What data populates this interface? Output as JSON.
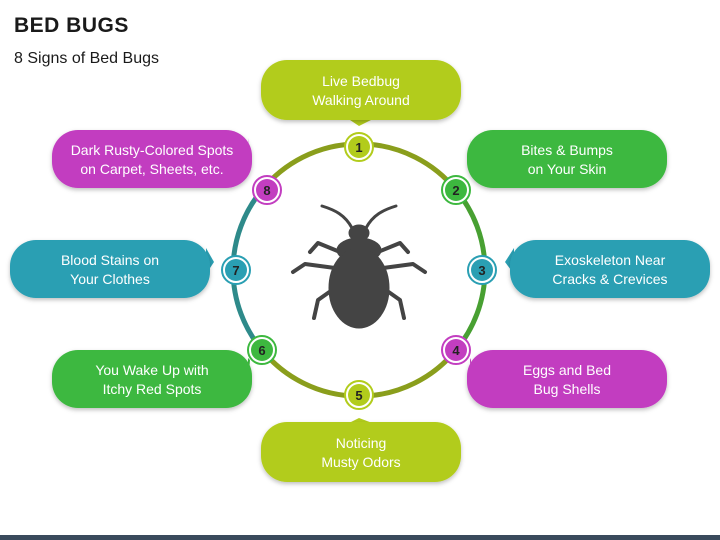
{
  "header": {
    "title": "BED BUGS",
    "subtitle": "8 Signs of Bed Bugs"
  },
  "icons": {
    "center": "bedbug-silhouette-icon"
  },
  "colors": {
    "lime": "#b2cc1c",
    "green": "#3db83f",
    "teal": "#2a9fb3",
    "magenta": "#c23ec0",
    "ring_top": "#8a9e1c",
    "ring_right": "#48a032",
    "ring_left": "#2e8a8a",
    "bug": "#444444"
  },
  "signs": [
    {
      "number": "1",
      "lines": [
        "Live Bedbug",
        "Walking Around"
      ],
      "color": "lime"
    },
    {
      "number": "2",
      "lines": [
        "Bites & Bumps",
        "on Your Skin"
      ],
      "color": "green"
    },
    {
      "number": "3",
      "lines": [
        "Exoskeleton Near",
        "Cracks & Crevices"
      ],
      "color": "teal"
    },
    {
      "number": "4",
      "lines": [
        "Eggs and Bed",
        "Bug Shells"
      ],
      "color": "magenta"
    },
    {
      "number": "5",
      "lines": [
        "Noticing",
        "Musty Odors"
      ],
      "color": "lime"
    },
    {
      "number": "6",
      "lines": [
        "You Wake Up with",
        "Itchy Red Spots"
      ],
      "color": "green"
    },
    {
      "number": "7",
      "lines": [
        "Blood Stains on",
        "Your Clothes"
      ],
      "color": "teal"
    },
    {
      "number": "8",
      "lines": [
        "Dark Rusty-Colored Spots",
        "on Carpet, Sheets, etc."
      ],
      "color": "magenta"
    }
  ]
}
